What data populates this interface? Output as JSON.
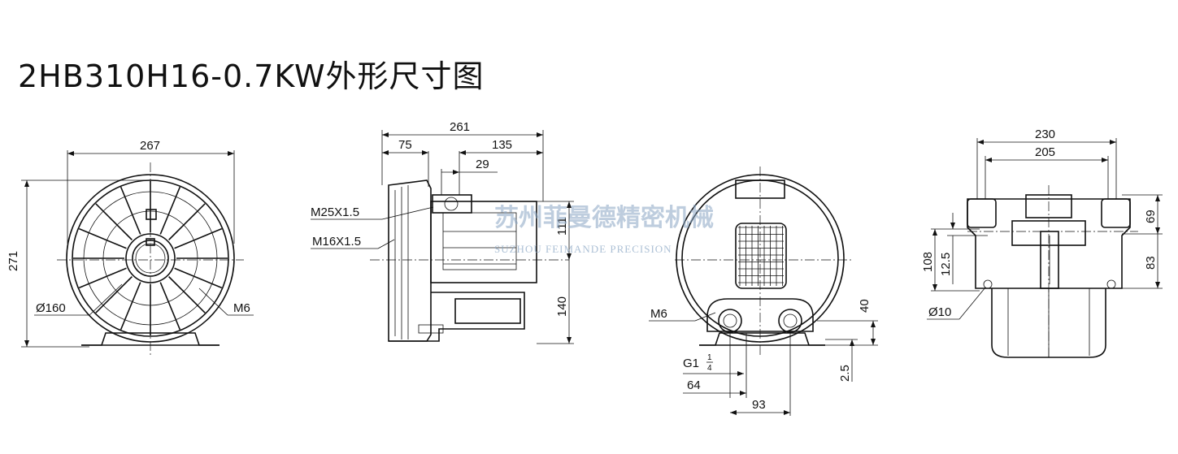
{
  "title": "2HB310H16-0.7KW外形尺寸图",
  "watermark": {
    "cn": "苏州菲曼德精密机械",
    "en": "SUZHOU FEIMANDE PRECISION"
  },
  "views": {
    "front": {
      "width_dim": "267",
      "height_dim": "271",
      "bore_label": "Ø160",
      "screw_label": "M6"
    },
    "side": {
      "overall_dim": "261",
      "left_dim": "75",
      "right_dim": "135",
      "mid_dim": "29",
      "height_upper": "111",
      "height_lower": "140",
      "thread_1": "M25X1.5",
      "thread_2": "M16X1.5"
    },
    "rear": {
      "screw_label": "M6",
      "pipe_label": "G1",
      "pipe_frac_num": "1",
      "pipe_frac_den": "4",
      "dim_64": "64",
      "dim_93": "93",
      "dim_40": "40",
      "dim_25": "2.5"
    },
    "top": {
      "outer_dim": "230",
      "inner_dim": "205",
      "dim_69": "69",
      "dim_83": "83",
      "dim_108": "108",
      "dim_125": "12.5",
      "hole_label": "Ø10"
    }
  },
  "colors": {
    "line": "#111111",
    "watermark": "#8aa6c4"
  }
}
